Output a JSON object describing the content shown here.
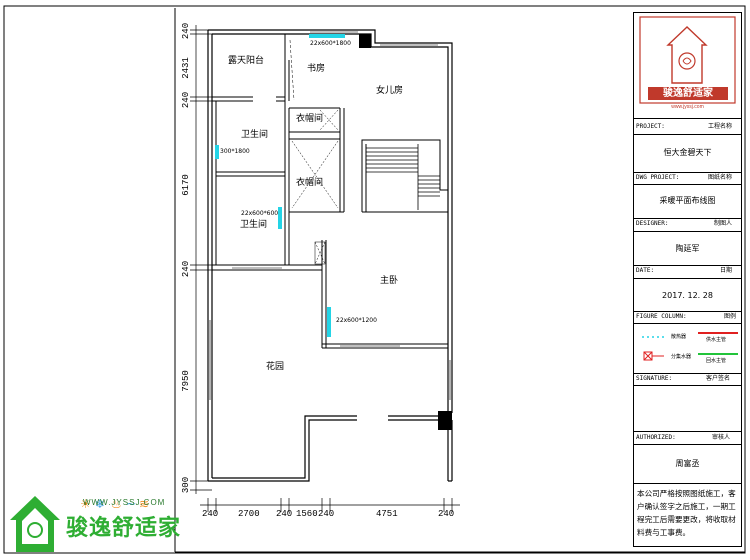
{
  "plan": {
    "rooms": {
      "balcony": "露天阳台",
      "study": "书房",
      "daughter_room": "女儿房",
      "closet_1": "衣帽间",
      "closet_2": "衣帽间",
      "bath_1": "卫生间",
      "bath_2": "卫生间",
      "master_bedroom": "主卧",
      "garden": "花园"
    },
    "radiators": {
      "study": "22x600*1800",
      "bath_1": "300*1800",
      "bath_2": "22x600*600",
      "master": "22x600*1200"
    },
    "dims_left": [
      "240",
      "2431",
      "240",
      "6170",
      "240",
      "7950",
      "300"
    ],
    "dims_bottom": [
      "240",
      "2700",
      "240",
      "1560",
      "240",
      "4751",
      "240"
    ]
  },
  "title_block": {
    "logo_name": "骏逸舒适家",
    "logo_url": "www.jyssj.com",
    "project_label": "PROJECT:",
    "project_cn": "工程名称",
    "project_value": "恒大金碧天下",
    "dwg_label": "DWG PROJECT:",
    "dwg_cn": "图纸名称",
    "dwg_value": "采暖平面布线图",
    "designer_label": "DESIGNER:",
    "designer_cn": "制图人",
    "designer_value": "陶延军",
    "date_label": "DATE:",
    "date_cn": "日期",
    "date_value": "2017. 12. 28",
    "figure_label": "FIGURE COLUMN:",
    "figure_cn": "图例",
    "legend": {
      "radiator": "散热器",
      "supply": "供水主管",
      "valve": "分集水器",
      "return": "回水主管"
    },
    "signature_label": "SIGNATURE:",
    "signature_cn": "客户签名",
    "authorized_label": "AUTHORIZED:",
    "authorized_cn": "审核人",
    "authorized_value": "周富丞",
    "note": "本公司严格按照图纸施工，客户确认签字之后施工，一期工程完工后需要更改，将收取材料费与工事费。"
  },
  "brand": {
    "name": "骏逸舒适家",
    "url": "WWW.JYSSJ.COM"
  },
  "colors": {
    "radiator": "#23d4e6",
    "brand_green": "#2eae33",
    "logo_red": "#c0392b",
    "supply_red": "#e02020",
    "return_green": "#22c43a"
  }
}
